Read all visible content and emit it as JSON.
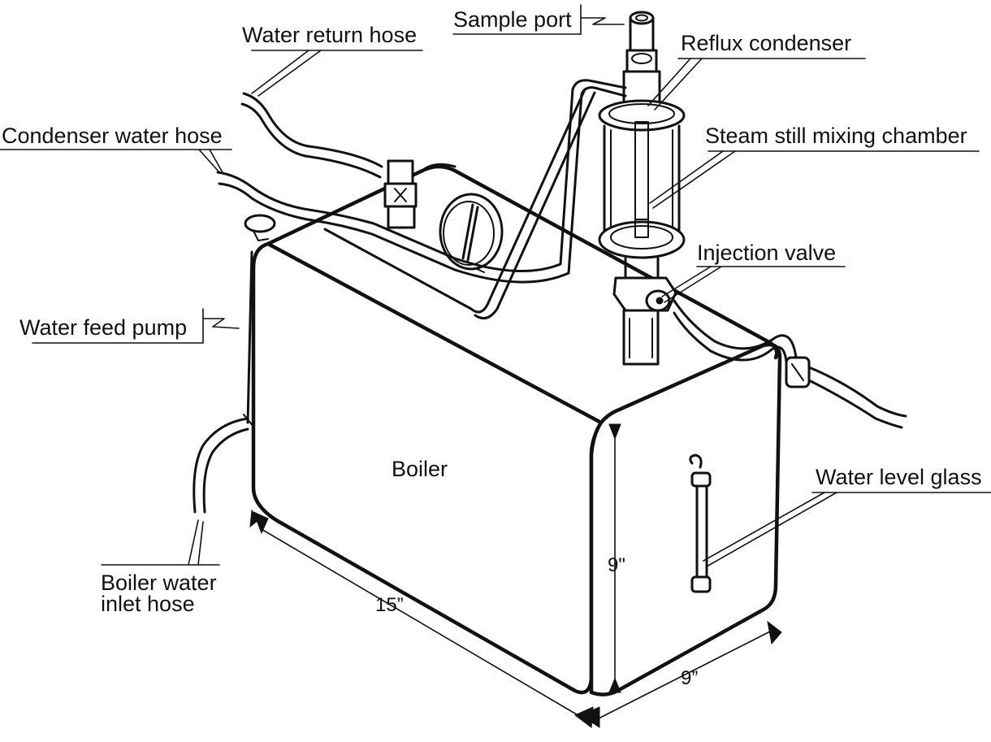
{
  "labels": {
    "sample_port": "Sample port",
    "water_return_hose": "Water return hose",
    "reflux_condenser": "Reflux condenser",
    "condenser_water_hose": "Condenser water hose",
    "steam_still_mixing_chamber": "Steam still mixing chamber",
    "injection_valve": "Injection valve",
    "water_feed_pump": "Water feed pump",
    "boiler": "Boiler",
    "water_level_glass": "Water level glass",
    "boiler_water_inlet_hose_line1": "Boiler water",
    "boiler_water_inlet_hose_line2": "inlet hose"
  },
  "dimensions": {
    "length": "15”",
    "height": "9\"",
    "depth": "9”"
  },
  "colors": {
    "ink": "#111111",
    "background": "#ffffff"
  }
}
